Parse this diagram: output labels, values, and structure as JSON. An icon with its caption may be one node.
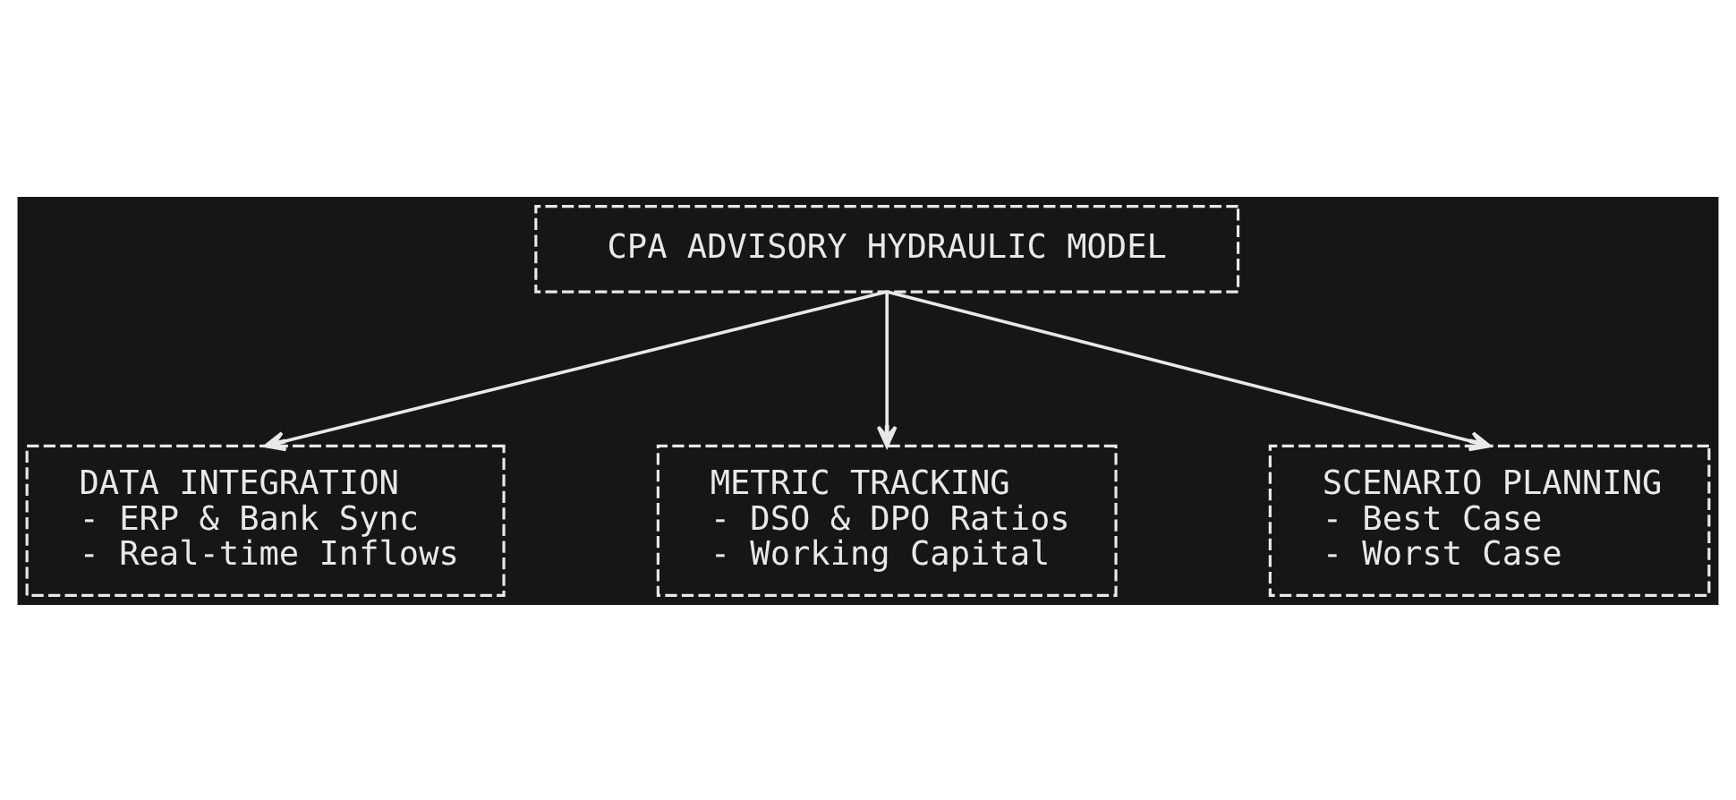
{
  "diagram": {
    "nodes": [
      {
        "text": [
          "CPA ADVISORY HYDRAULIC MODEL"
        ]
      },
      {
        "text": [
          "DATA INTEGRATION",
          "- ERP & Bank Sync",
          "- Real-time Inflows"
        ]
      },
      {
        "text": [
          "METRIC TRACKING",
          "- DSO & DPO Ratios",
          "- Working Capital"
        ]
      },
      {
        "text": [
          "SCENARIO PLANNING",
          "- Best Case",
          "- Worst Case"
        ]
      }
    ],
    "edges": [
      {
        "from": 0,
        "to": 1,
        "arrow": "to"
      },
      {
        "from": 0,
        "to": 2,
        "arrow": "to"
      },
      {
        "from": 0,
        "to": 3,
        "arrow": "to"
      }
    ]
  }
}
